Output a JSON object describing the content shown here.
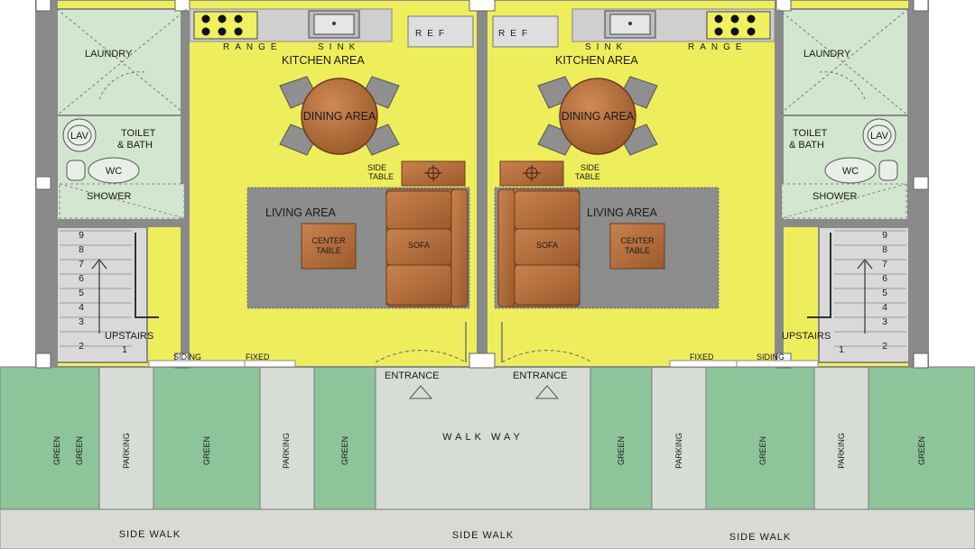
{
  "labels": {
    "range": "RANGE",
    "sink": "SINK",
    "ref": "REF",
    "kitchen": "KITCHEN AREA",
    "dining": "DINING AREA",
    "laundry": "LAUNDRY",
    "toilet_1": "TOILET",
    "toilet_2": "& BATH",
    "lav": "LAV",
    "wc": "WC",
    "shower": "SHOWER",
    "side_table_1": "SIDE",
    "side_table_2": "TABLE",
    "living": "LIVING AREA",
    "center_1": "CENTER",
    "center_2": "TABLE",
    "sofa": "SOFA",
    "upstairs": "UPSTAIRS",
    "siding": "SIDING",
    "fixed": "FIXED",
    "entrance": "ENTRANCE",
    "walkway": "WALK WAY",
    "green": "GREEN",
    "parking": "PARKING",
    "sidewalk": "SIDE WALK"
  },
  "stair_steps": [
    "1",
    "2",
    "3",
    "4",
    "5",
    "6",
    "7",
    "8",
    "9"
  ],
  "colors": {
    "floor": "#eeee5c",
    "wall": "#8a8a8a",
    "wet_area": "#d3e6cf",
    "rug": "#8c8c8c",
    "furniture": "#b96e3c",
    "chair": "#8f8f8f",
    "green_strip": "#8dc49a",
    "paving": "#d8dcd6",
    "stairs": "#d9d9d9"
  }
}
